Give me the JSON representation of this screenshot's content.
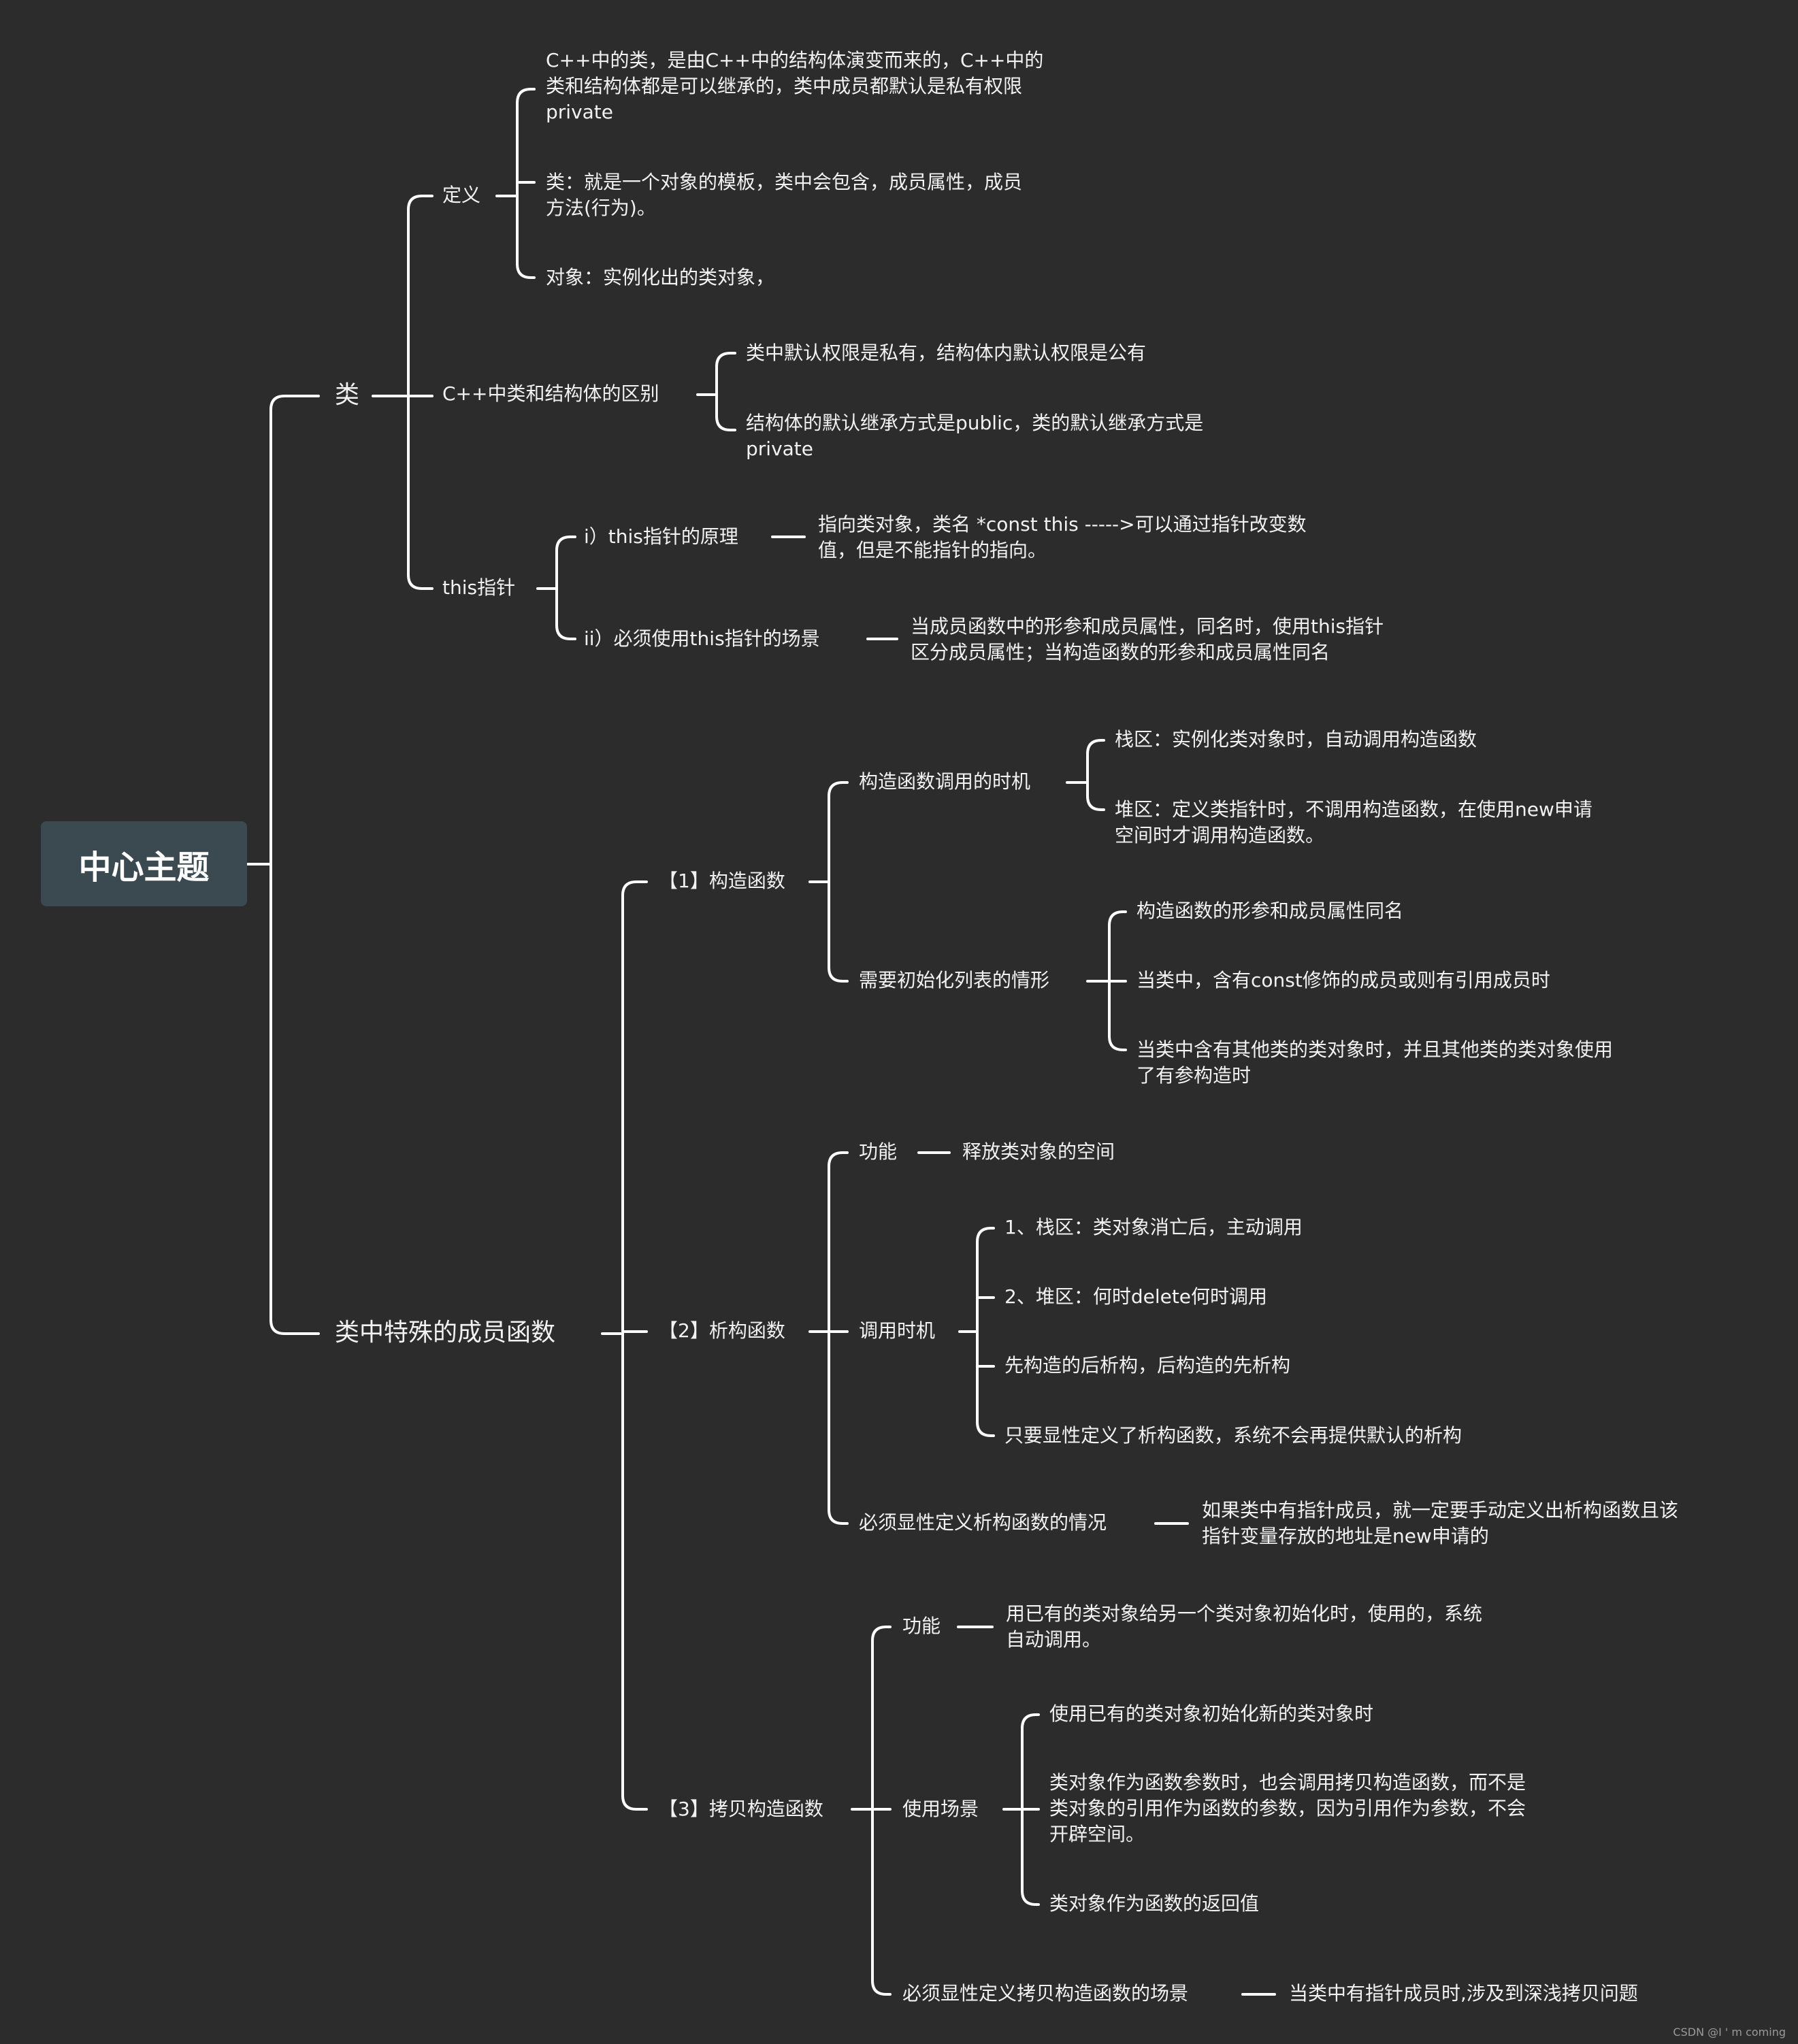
{
  "root": "中心主题",
  "nodes": {
    "class": "类",
    "def": "定义",
    "def_1": "C++中的类，是由C++中的结构体演变而来的，C++中的\n类和结构体都是可以继承的，类中成员都默认是私有权限\nprivate",
    "def_2": "类：就是一个对象的模板，类中会包含，成员属性，成员\n方法(行为)。",
    "def_3": "对象：实例化出的类对象，",
    "diff": "C++中类和结构体的区别",
    "diff_1": "类中默认权限是私有，结构体内默认权限是公有",
    "diff_2": "结构体的默认继承方式是public，类的默认继承方式是\nprivate",
    "this": "this指针",
    "this_1": "i）this指针的原理",
    "this_1a": "指向类对象，类名 *const this ----->可以通过指针改变数\n值，但是不能指针的指向。",
    "this_2": "ii）必须使用this指针的场景",
    "this_2a": "当成员函数中的形参和成员属性，同名时，使用this指针\n区分成员属性；当构造函数的形参和成员属性同名",
    "special": "类中特殊的成员函数",
    "ctor": "【1】构造函数",
    "ctor_timing": "构造函数调用的时机",
    "ctor_t1": "栈区：实例化类对象时，自动调用构造函数",
    "ctor_t2": "堆区：定义类指针时，不调用构造函数，在使用new申请\n空间时才调用构造函数。",
    "ctor_init": "需要初始化列表的情形",
    "ctor_i1": "构造函数的形参和成员属性同名",
    "ctor_i2": "当类中，含有const修饰的成员或则有引用成员时",
    "ctor_i3": "当类中含有其他类的类对象时，并且其他类的类对象使用\n了有参构造时",
    "dtor": "【2】析构函数",
    "dtor_func": "功能",
    "dtor_func_a": "释放类对象的空间",
    "dtor_call": "调用时机",
    "dtor_c1": "1、栈区：类对象消亡后，主动调用",
    "dtor_c2": "2、堆区：何时delete何时调用",
    "dtor_c3": "先构造的后析构，后构造的先析构",
    "dtor_c4": "只要显性定义了析构函数，系统不会再提供默认的析构",
    "dtor_must": "必须显性定义析构函数的情况",
    "dtor_must_a": "如果类中有指针成员，就一定要手动定义出析构函数且该\n指针变量存放的地址是new申请的",
    "copy": "【3】拷贝构造函数",
    "copy_func": "功能",
    "copy_func_a": "用已有的类对象给另一个类对象初始化时，使用的，系统\n自动调用。",
    "copy_use": "使用场景",
    "copy_u1": "使用已有的类对象初始化新的类对象时",
    "copy_u2": "类对象作为函数参数时，也会调用拷贝构造函数，而不是\n类对象的引用作为函数的参数，因为引用作为参数，不会\n开辟空间。",
    "copy_u3": "类对象作为函数的返回值",
    "copy_must": "必须显性定义拷贝构造函数的场景",
    "copy_must_a": "当类中有指针成员时,涉及到深浅拷贝问题"
  },
  "watermark": "CSDN @I ' m coming",
  "colors": {
    "background": "#2d2c2c",
    "root_box": "#3b4a51",
    "line": "#ffffff",
    "text": "#f2f2f2"
  }
}
